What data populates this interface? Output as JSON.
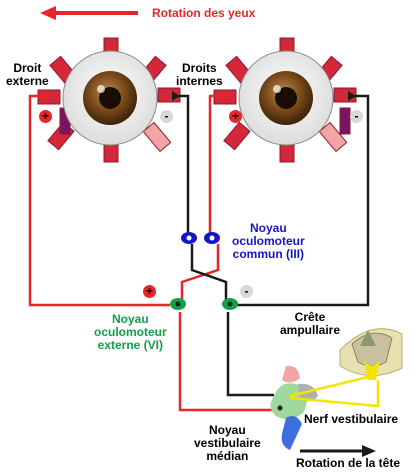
{
  "labels": {
    "rotation_yeux": "Rotation des yeux",
    "droit_externe": "Droit\nexterne",
    "droits_internes": "Droits\ninternes",
    "noyau_oculomoteur_commun": "Noyau\noculomoteur\ncommun (III)",
    "noyau_oculomoteur_externe": "Noyau\noculomoteur\nexterne (VI)",
    "crete_ampullaire": "Crête\nampullaire",
    "nerf_vestibulaire": "Nerf vestibulaire",
    "noyau_vestibulaire_median": "Noyau\nvestibulaire\nmédian",
    "rotation_tete": "Rotation de la tête"
  },
  "signs": {
    "plus": "+",
    "minus": "-"
  },
  "colors": {
    "excitatory": "#e8262a",
    "inhibitory": "#1a1a1a",
    "oculomotor_commun": "#1515c8",
    "oculomotor_externe": "#12a04a",
    "vestibular_nerve": "#f2e600",
    "eye_iris": "#7a4a1a",
    "muscle": "#d3283a"
  }
}
